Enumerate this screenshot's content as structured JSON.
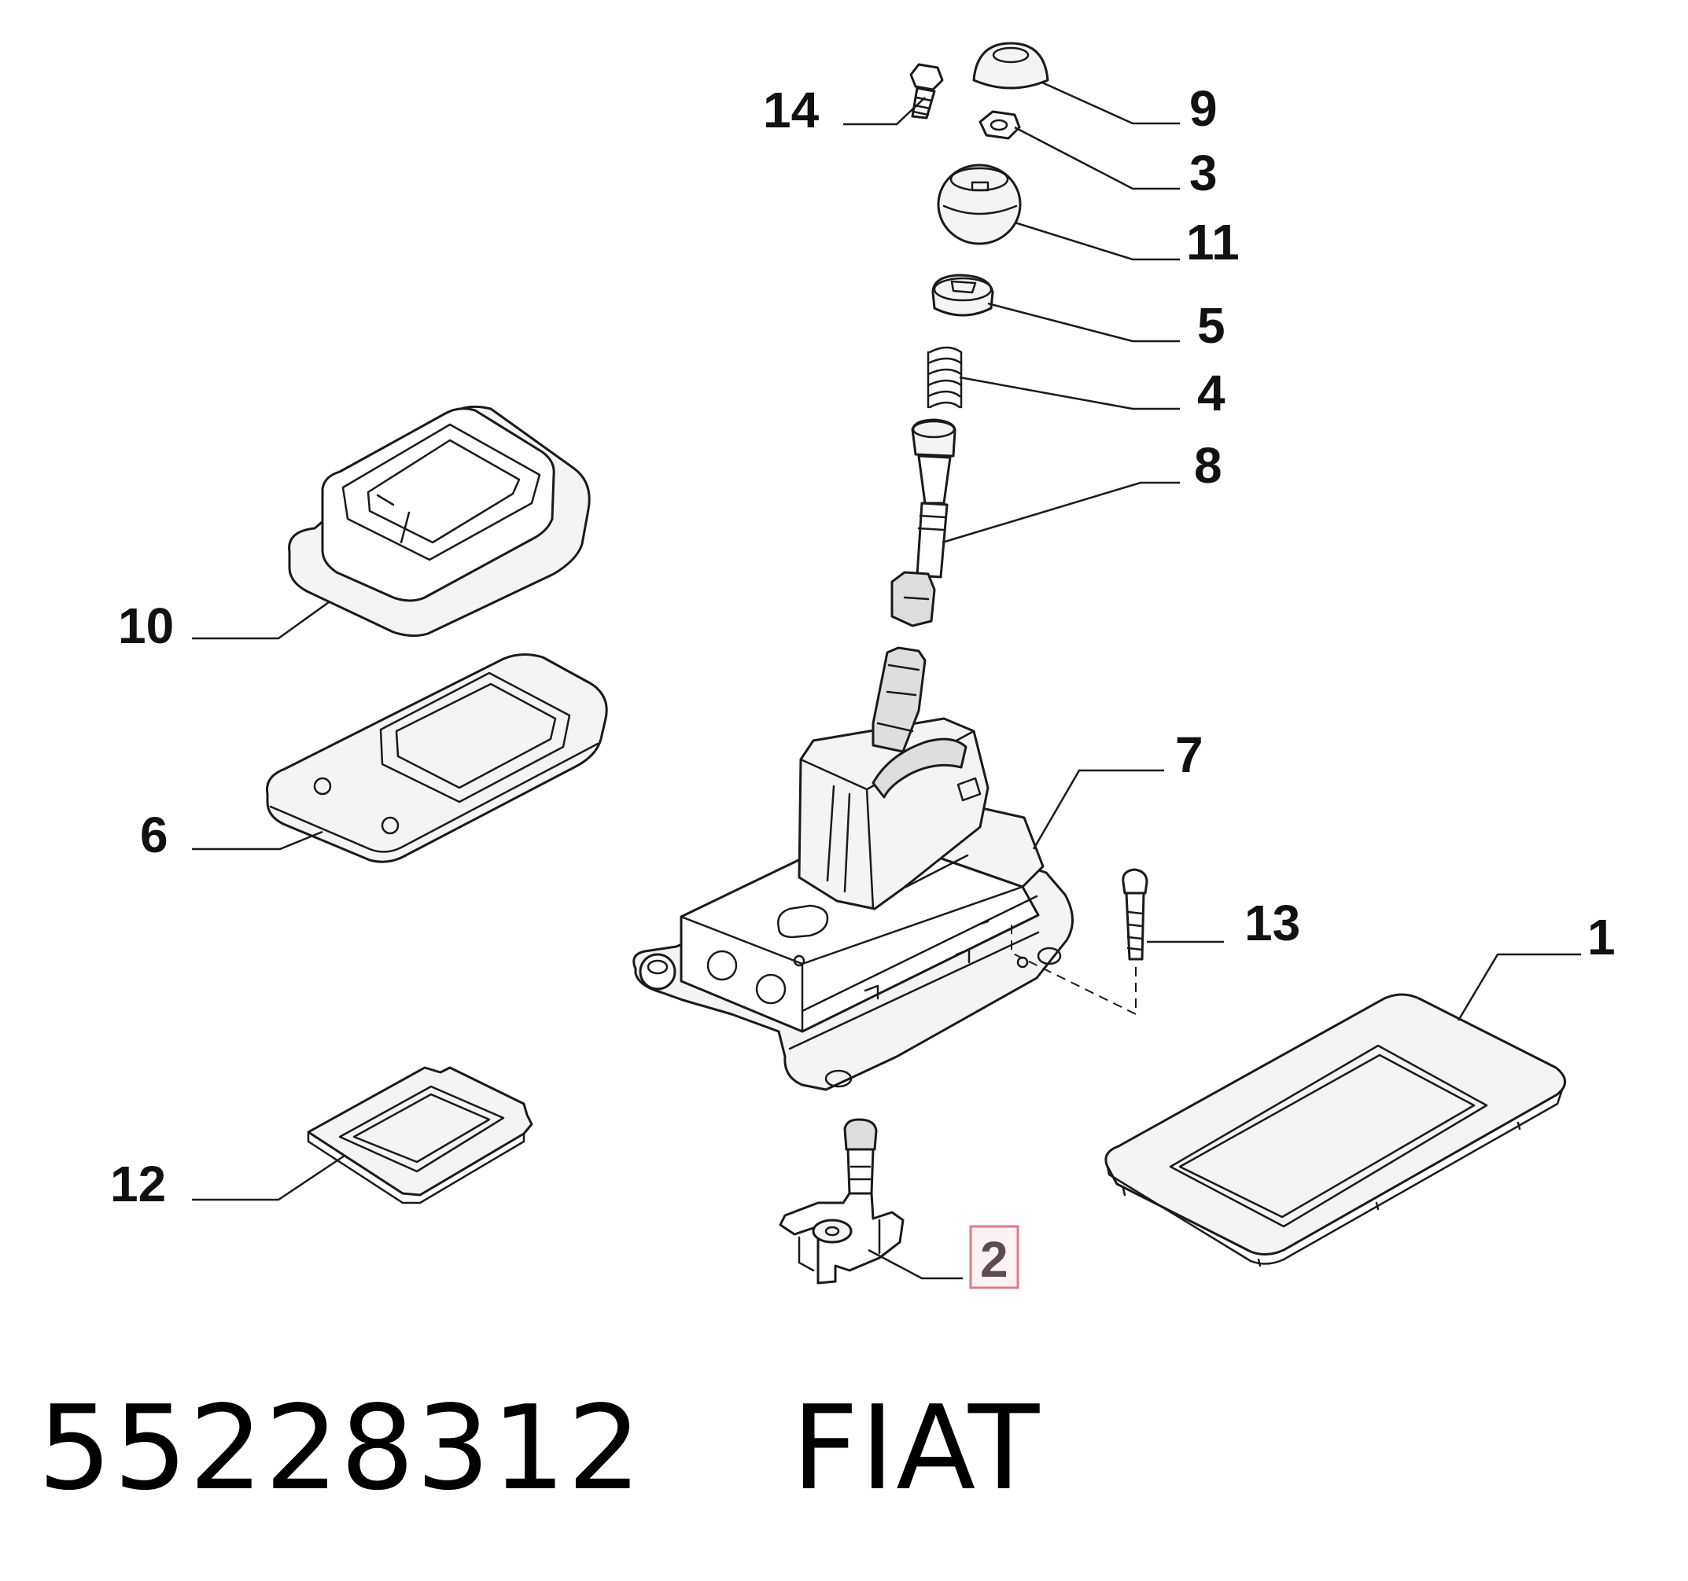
{
  "callouts": {
    "c1": "1",
    "c2": "2",
    "c3": "3",
    "c4": "4",
    "c5": "5",
    "c6": "6",
    "c7": "7",
    "c8": "8",
    "c9": "9",
    "c10": "10",
    "c11": "11",
    "c12": "12",
    "c13": "13",
    "c14": "14"
  },
  "highlighted_callout": "2",
  "colors": {
    "highlight_border": "#e07a8a",
    "highlight_fill": "#fbf2f4",
    "highlight_text": "#5e4a55"
  },
  "caption": {
    "part_number": "55228312",
    "brand": "FIAT"
  }
}
